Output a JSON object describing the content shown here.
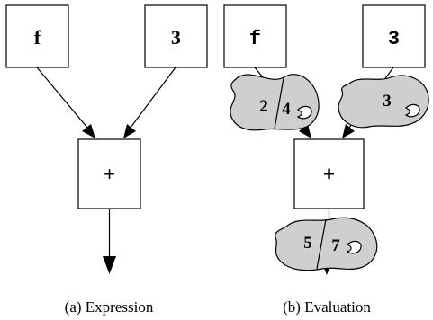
{
  "expression": {
    "caption": "(a) Expression",
    "left_node": "f",
    "right_node": "3",
    "op_node": "+"
  },
  "evaluation": {
    "caption": "(b) Evaluation",
    "left_node": "f",
    "right_node": "3",
    "op_node": "+",
    "left_value": {
      "a": "2",
      "b": "4"
    },
    "right_value": {
      "a": "3"
    },
    "result_value": {
      "a": "5",
      "b": "7"
    }
  },
  "colors": {
    "blob_fill": "#cfcfcf",
    "stroke": "#000000"
  }
}
